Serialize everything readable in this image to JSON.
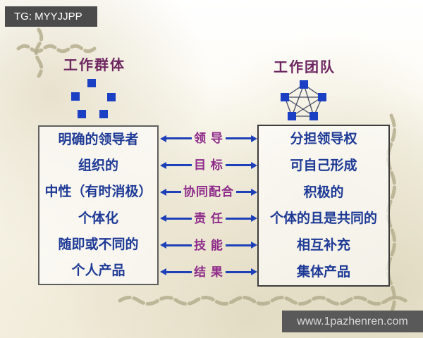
{
  "watermarks": {
    "tg": "TG: MYYJJPP",
    "site": "www.1pazhenren.com"
  },
  "diagram": {
    "left": {
      "title": "工作群体",
      "rows": [
        "明确的领导者",
        "组织的",
        "中性（有时消极）",
        "个体化",
        "随即或不同的",
        "个人产品"
      ]
    },
    "right": {
      "title": "工作团队",
      "rows": [
        "分担领导权",
        "可自己形成",
        "积极的",
        "个体的且是共同的",
        "相互补充",
        "集体产品"
      ]
    },
    "middle": {
      "labels": [
        "领 导",
        "目 标",
        "协同配合",
        "责 任",
        "技 能",
        "结 果"
      ]
    }
  },
  "colors": {
    "title": "#6d2560",
    "navy": "#1e3a96",
    "blue": "#1d40b8",
    "magenta": "#8e2b8a",
    "square": "#1c40c4",
    "decor": "#b2aa89",
    "badge": "#4b4b4b"
  }
}
